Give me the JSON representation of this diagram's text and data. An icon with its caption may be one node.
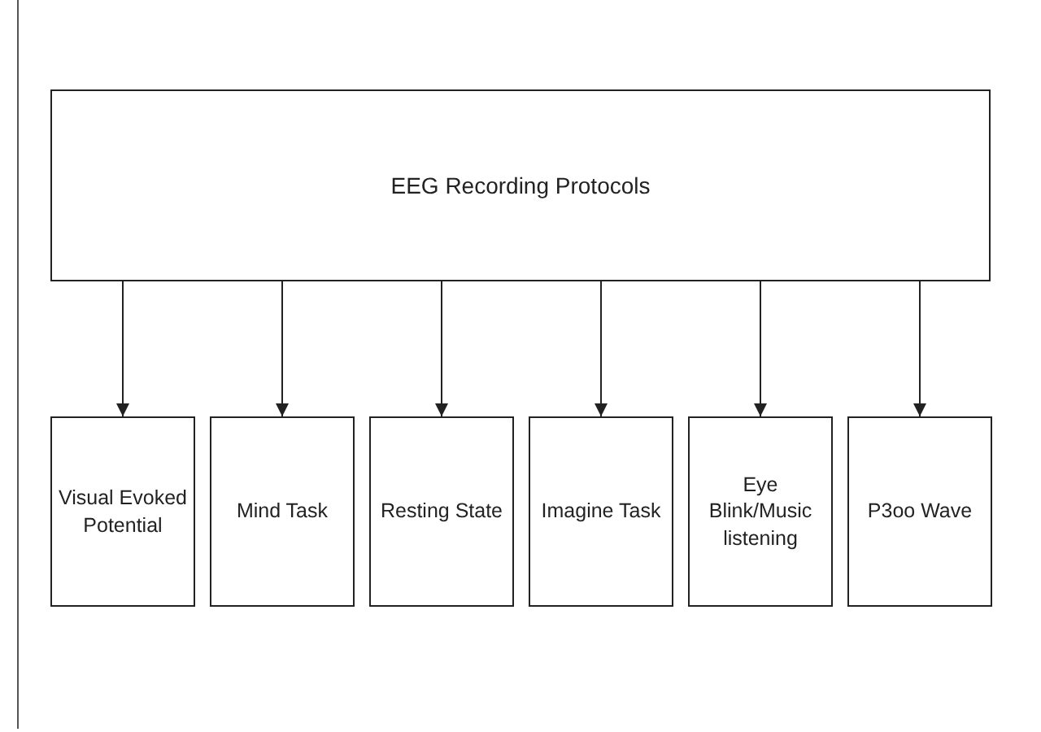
{
  "diagram": {
    "nodes": [
      {
        "text": [
          "EEG Recording Protocols"
        ]
      },
      {
        "text": [
          "Visual Evoked Potential"
        ]
      },
      {
        "text": [
          "Mind Task"
        ]
      },
      {
        "text": [
          "Resting State"
        ]
      },
      {
        "text": [
          "Imagine Task"
        ]
      },
      {
        "text": [
          "Eye Blink/Music listening"
        ]
      },
      {
        "text": [
          "P3oo Wave"
        ]
      }
    ],
    "edges": [
      {
        "from": 0,
        "to": 1,
        "arrow": "to"
      },
      {
        "from": 0,
        "to": 2,
        "arrow": "to"
      },
      {
        "from": 0,
        "to": 3,
        "arrow": "to"
      },
      {
        "from": 0,
        "to": 4,
        "arrow": "to"
      },
      {
        "from": 0,
        "to": 5,
        "arrow": "to"
      },
      {
        "from": 0,
        "to": 6,
        "arrow": "to"
      }
    ]
  }
}
